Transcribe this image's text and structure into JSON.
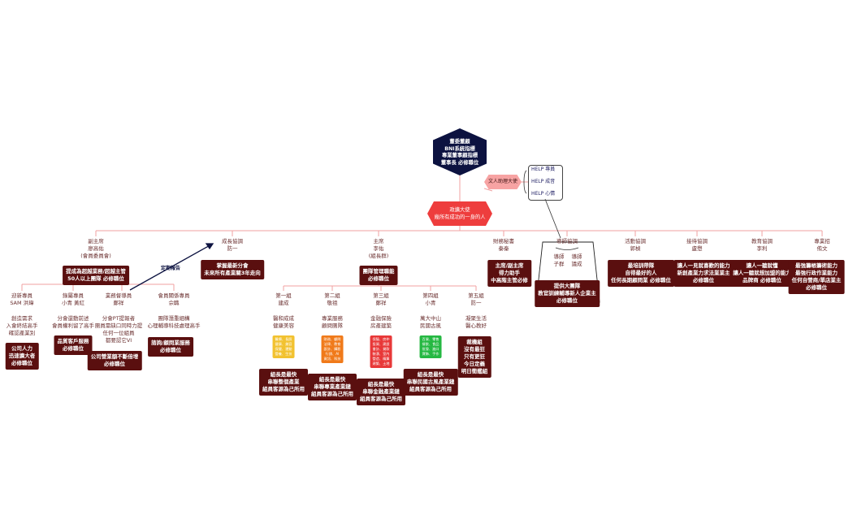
{
  "center": {
    "top": "董委董顧\nBNI系統指標\n專業董事顧指標\n董事長 必修職位",
    "red": "政擴大使\n幾所有成功的一身的人",
    "pink": "文人助理大使",
    "help": [
      "HELP 專員",
      "HELP 成音",
      "HELP 心情"
    ]
  },
  "connector_label": "定期報告",
  "branches": [
    {
      "title": "副主席\n廖高佑\n(會員委員會)",
      "box": "提成為超越業務/超越主管\n50人以上團隊 必修職位"
    },
    {
      "title": "成長協調\n防一",
      "box": "掌握最新分會\n未來所有產業關3年走向"
    },
    {
      "title": "主席\n李佑\n(組長群)",
      "box": "團隊管理職能\n必修職位"
    },
    {
      "title": "財務秘書\n秦秦",
      "box": "主席/副主席\n得力助手\n中高階主管必修"
    },
    {
      "title": "導師協調",
      "box": "提供大團隊\n教官訓練輔導新人企業主\n必修職位"
    },
    {
      "title": "活動協調\n郭楨",
      "box": "最培訓帶隊\n自得最好的人\n任何長期顧問業 必修職位"
    },
    {
      "title": "接待協調\n盧懋",
      "box": "讓人一見就喜歡的能力\n新創產業力求法業業主\n必修職位"
    },
    {
      "title": "教育協調\n李利",
      "box": "讓人一聽就懂\n讓人一聽就想加盟的能力\n品牌商 必修職位"
    },
    {
      "title": "專業招\n侑文",
      "box": "最強籌帳籌術能力\n最強行政作業能力\n任何自營商/單店業主\n必修職位"
    }
  ],
  "mentor_sub": [
    "導師\n子群",
    "導師\n議成"
  ],
  "vp_children": [
    {
      "title": "迎新專員\nSAM 洪瑋",
      "desc": "創造需求\n入會終結高手\n確認產業別",
      "box": "公司人力\n迅速擴大者\n必修職位"
    },
    {
      "title": "錄屬專員\n小青 黃紅",
      "desc": "分會還動前述\n會員權利留了高手",
      "box": "品質客戶服務\n必修職位"
    },
    {
      "title": "業務督導員\n鄭祥",
      "desc": "分會PT提報者\n團員需缺口同時力提\n任何一位組員\n都要認它VI",
      "box": "公司營業額不斷倍增\n必修職位"
    },
    {
      "title": "會員關係專員\n佘職",
      "desc": "團隊潛重細構\n心理輔導科技處理高手",
      "box": "諮詢/顧問業服務\n必修職位"
    }
  ],
  "groups": [
    {
      "title": "第一組\n建成",
      "desc": "醫和成成\n健康美容",
      "color": "#f2c230",
      "chips": "醫療、長照\n健康、美容\n保健、運動\n營養、生技",
      "box": "組長是最快\n串聯整個產業\n組員客源為己所用"
    },
    {
      "title": "第二組\n敬祖",
      "desc": "專業服務\n顧問團隊",
      "color": "#f07a1a",
      "chips": "財務、顧問\n法律、教育\n設計、攝影\n行銷、AI\n資訊、科技",
      "box": "組長是最快\n串聯專業產業鏈\n組員客源為己所用"
    },
    {
      "title": "第三組\n鄭祥",
      "desc": "金融保險\n房產建築",
      "color": "#e83838",
      "chips": "保險、房仲\n投資、建設\n會計、貸款\n裝潢、室內\n營造、精算\n建築、土地",
      "box": "組長是最快\n串聯金融產業鏈\n組員客源為己所用"
    },
    {
      "title": "第四組\n小青",
      "desc": "萬大中山\n民國古風",
      "color": "#25b842",
      "chips": "百貨、零售\n餐飲、食品\n批發、進口\n寶飾、手作",
      "box": "組長是最快\n串聯民國古風產業鏈\n組員客源為己所用"
    },
    {
      "title": "第五組\n防一",
      "desc": "凝聚生活\n醫心教好",
      "color": "",
      "chips": "",
      "box": "裁機組\n沒有最狂\n只有更狂\n今日定義\n明日衝艦組"
    }
  ]
}
